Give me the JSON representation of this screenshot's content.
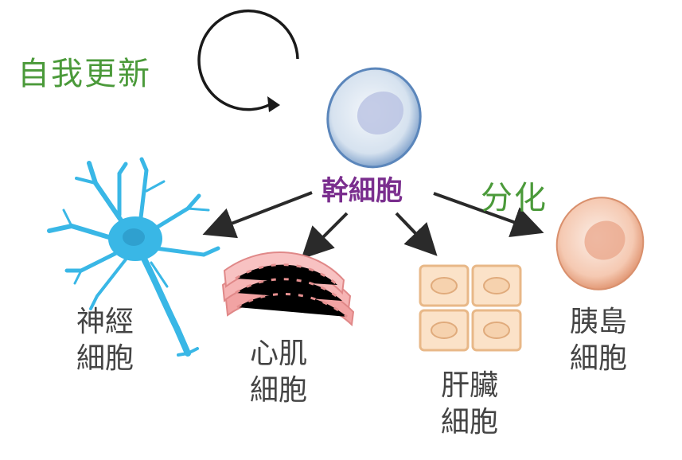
{
  "labels": {
    "self_renewal": "自我更新",
    "stem_cell": "幹細胞",
    "differentiation": "分化",
    "nerve_cell": [
      "神經",
      "細胞"
    ],
    "heart_cell": [
      "心肌",
      "細胞"
    ],
    "liver_cell": [
      "肝臟",
      "細胞"
    ],
    "islet_cell": [
      "胰島",
      "細胞"
    ]
  },
  "colors": {
    "accent_green": "#4b9a3a",
    "stem_label": "#7a2e8e",
    "nerve": "#39b7e6",
    "muscle": "#f2a3a3",
    "liver": "#f6d2ae",
    "islet": "#efb59a",
    "stem": "#a9c4e2"
  }
}
